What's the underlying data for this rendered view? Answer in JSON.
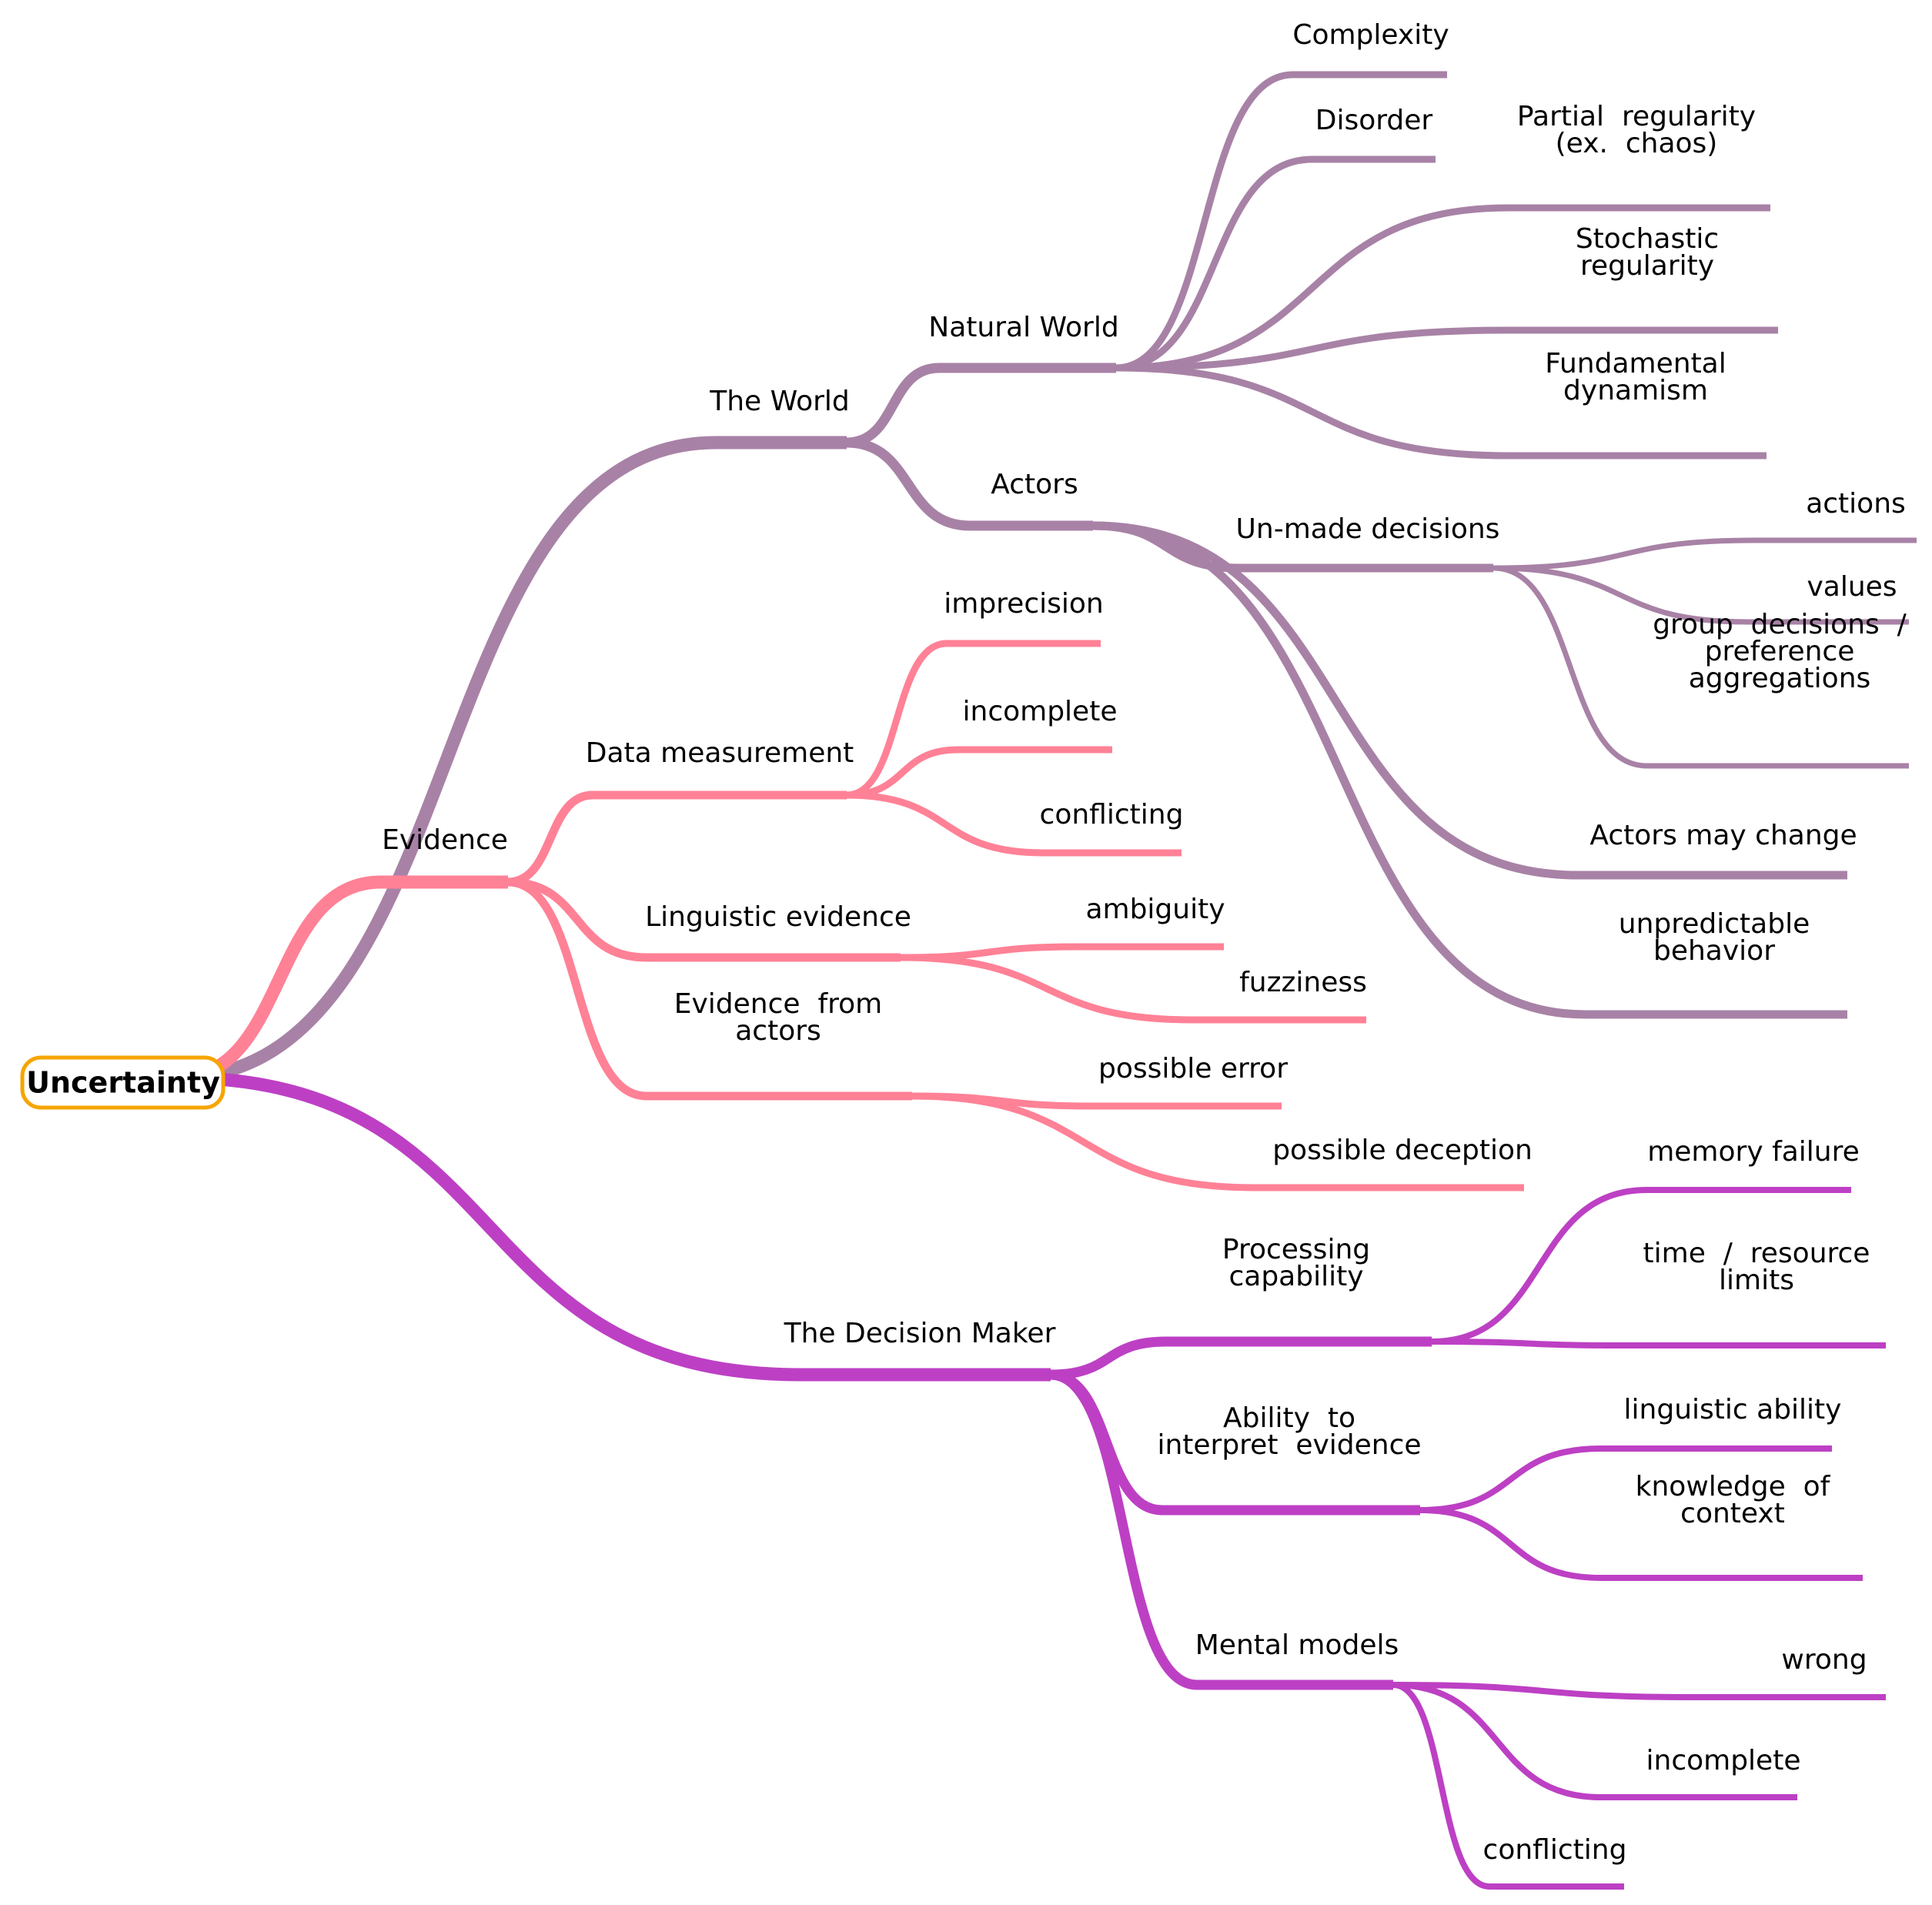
{
  "colors": {
    "world": "#a882a6",
    "evidence": "#ff8196",
    "decision_maker": "#bd40c4",
    "root_border": "#f6a500",
    "root_fill": "#ffffff"
  },
  "root": {
    "label": "Uncertainty"
  },
  "branches": [
    {
      "id": "world",
      "color_key": "world",
      "label": [
        "The World"
      ],
      "children": [
        {
          "id": "natural-world",
          "label": [
            "Natural World"
          ],
          "children": [
            {
              "id": "complexity",
              "label": [
                "Complexity"
              ]
            },
            {
              "id": "disorder",
              "label": [
                "Disorder"
              ]
            },
            {
              "id": "partial-regularity",
              "label": [
                "Partial  regularity",
                "(ex.  chaos)"
              ]
            },
            {
              "id": "stochastic-regularity",
              "label": [
                "Stochastic",
                "regularity"
              ]
            },
            {
              "id": "fundamental-dynamism",
              "label": [
                "Fundamental",
                "dynamism"
              ]
            }
          ]
        },
        {
          "id": "actors",
          "label": [
            "Actors"
          ],
          "children": [
            {
              "id": "un-made-decisions",
              "label": [
                "Un-made decisions"
              ],
              "children": [
                {
                  "id": "actions",
                  "label": [
                    "actions"
                  ]
                },
                {
                  "id": "values",
                  "label": [
                    "values"
                  ]
                },
                {
                  "id": "group-decisions",
                  "label": [
                    "group  decisions  /",
                    "preference",
                    "aggregations"
                  ]
                }
              ]
            },
            {
              "id": "actors-may-change",
              "label": [
                "Actors may change"
              ]
            },
            {
              "id": "unpredictable-behavior",
              "label": [
                "unpredictable",
                "behavior"
              ]
            }
          ]
        }
      ]
    },
    {
      "id": "evidence",
      "color_key": "evidence",
      "label": [
        "Evidence"
      ],
      "children": [
        {
          "id": "data-measurement",
          "label": [
            "Data measurement"
          ],
          "children": [
            {
              "id": "imprecision",
              "label": [
                "imprecision"
              ]
            },
            {
              "id": "incomplete-data",
              "label": [
                "incomplete"
              ]
            },
            {
              "id": "conflicting-data",
              "label": [
                "conflicting"
              ]
            }
          ]
        },
        {
          "id": "linguistic-evidence",
          "label": [
            "Linguistic evidence"
          ],
          "children": [
            {
              "id": "ambiguity",
              "label": [
                "ambiguity"
              ]
            },
            {
              "id": "fuzziness",
              "label": [
                "fuzziness"
              ]
            }
          ]
        },
        {
          "id": "evidence-from-actors",
          "label": [
            "Evidence  from",
            "actors"
          ],
          "children": [
            {
              "id": "possible-error",
              "label": [
                "possible error"
              ]
            },
            {
              "id": "possible-deception",
              "label": [
                "possible deception"
              ]
            }
          ]
        }
      ]
    },
    {
      "id": "decision-maker",
      "color_key": "decision_maker",
      "label": [
        "The Decision Maker"
      ],
      "children": [
        {
          "id": "processing-capability",
          "label": [
            "Processing",
            "capability"
          ],
          "children": [
            {
              "id": "memory-failure",
              "label": [
                "memory failure"
              ]
            },
            {
              "id": "time-resource-limits",
              "label": [
                "time  /  resource",
                "limits"
              ]
            }
          ]
        },
        {
          "id": "ability-to-interpret",
          "label": [
            "Ability  to",
            "interpret  evidence"
          ],
          "children": [
            {
              "id": "linguistic-ability",
              "label": [
                "linguistic ability"
              ]
            },
            {
              "id": "knowledge-of-context",
              "label": [
                "knowledge  of",
                "context"
              ]
            }
          ]
        },
        {
          "id": "mental-models",
          "label": [
            "Mental models"
          ],
          "children": [
            {
              "id": "wrong",
              "label": [
                "wrong"
              ]
            },
            {
              "id": "incomplete-models",
              "label": [
                "incomplete"
              ]
            },
            {
              "id": "conflicting-models",
              "label": [
                "conflicting"
              ]
            }
          ]
        }
      ]
    }
  ]
}
